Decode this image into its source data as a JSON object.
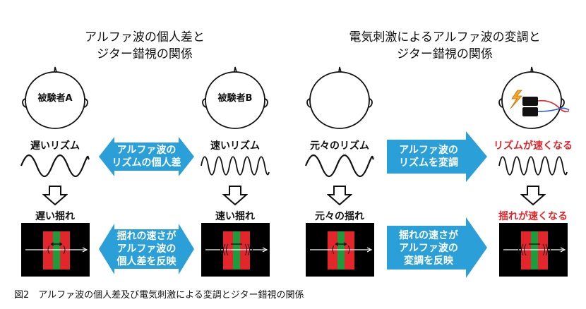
{
  "left_panel": {
    "title_line1": "アルファ波の個人差と",
    "title_line2": "ジター錯視の関係",
    "subject_a": "被験者A",
    "subject_b": "被験者B",
    "slow_rhythm": "遅いリズム",
    "fast_rhythm": "速いリズム",
    "arrow_top_line1": "アルファ波の",
    "arrow_top_line2": "リズムの個人差",
    "slow_jitter": "遅い揺れ",
    "fast_jitter": "速い揺れ",
    "arrow_bottom_line1": "揺れの速さが",
    "arrow_bottom_line2": "アルファ波の",
    "arrow_bottom_line3": "個人差を反映"
  },
  "right_panel": {
    "title_line1": "電気刺激によるアルファ波の変調と",
    "title_line2": "ジター錯視の関係",
    "original_rhythm": "元々のリズム",
    "faster_rhythm": "リズムが速くなる",
    "arrow_top_line1": "アルファ波の",
    "arrow_top_line2": "リズムを変調",
    "original_jitter": "元々の揺れ",
    "faster_jitter": "揺れが速くなる",
    "arrow_bottom_line1": "揺れの速さが",
    "arrow_bottom_line2": "アルファ波の",
    "arrow_bottom_line3": "変調を反映"
  },
  "caption": "図2　アルファ波の個人差及び電気刺激による変調とジター錯視の関係",
  "colors": {
    "arrow_blue": "#2a9fd8",
    "highlight_red": "#e0262b",
    "stimulus_red": "#e3262b",
    "stimulus_green": "#1f9a3c"
  }
}
